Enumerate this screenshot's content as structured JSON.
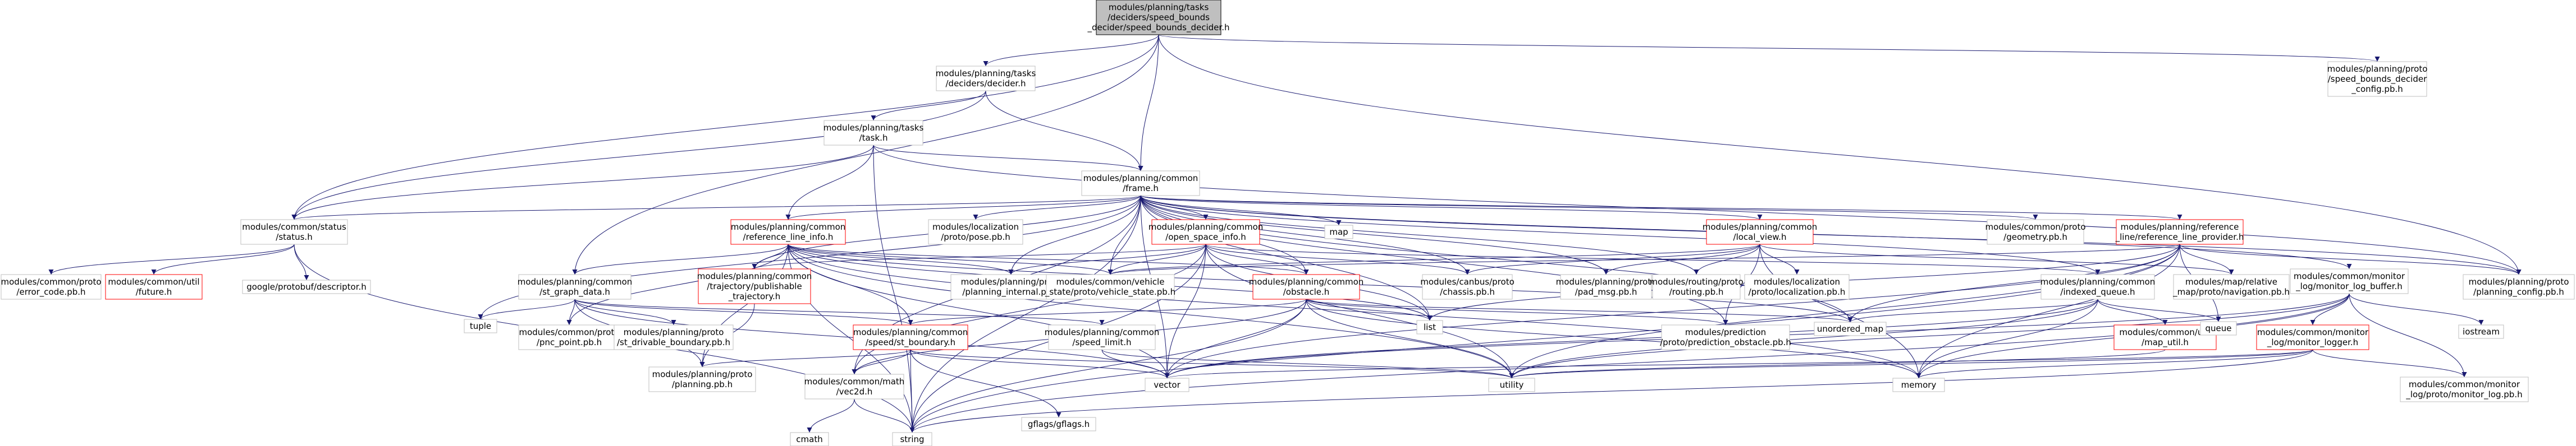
{
  "graph": {
    "root": "speed_bounds_decider",
    "nodes": [
      {
        "id": "speed_bounds_decider",
        "lines": [
          "modules/planning/tasks",
          "/deciders/speed_bounds",
          "_decider/speed_bounds_decider.h"
        ],
        "style": "root"
      },
      {
        "id": "decider_h",
        "lines": [
          "modules/planning/tasks",
          "/deciders/decider.h"
        ],
        "style": "box"
      },
      {
        "id": "speed_bounds_decider_config",
        "lines": [
          "modules/planning/proto",
          "/speed_bounds_decider",
          "_config.pb.h"
        ],
        "style": "box"
      },
      {
        "id": "task_h",
        "lines": [
          "modules/planning/tasks",
          "/task.h"
        ],
        "style": "box"
      },
      {
        "id": "frame_h",
        "lines": [
          "modules/planning/common",
          "/frame.h"
        ],
        "style": "box"
      },
      {
        "id": "status_h",
        "lines": [
          "modules/common/status",
          "/status.h"
        ],
        "style": "box"
      },
      {
        "id": "reference_line_info_h",
        "lines": [
          "modules/planning/common",
          "/reference_line_info.h"
        ],
        "style": "red"
      },
      {
        "id": "localization_pose",
        "lines": [
          "modules/localization",
          "/proto/pose.pb.h"
        ],
        "style": "box"
      },
      {
        "id": "open_space_info_h",
        "lines": [
          "modules/planning/common",
          "/open_space_info.h"
        ],
        "style": "red"
      },
      {
        "id": "map",
        "lines": [
          "map"
        ],
        "style": "box"
      },
      {
        "id": "local_view_h",
        "lines": [
          "modules/planning/common",
          "/local_view.h"
        ],
        "style": "red"
      },
      {
        "id": "geometry_pb",
        "lines": [
          "modules/common/proto",
          "/geometry.pb.h"
        ],
        "style": "box"
      },
      {
        "id": "reference_line_provider_h",
        "lines": [
          "modules/planning/reference",
          "_line/reference_line_provider.h"
        ],
        "style": "red"
      },
      {
        "id": "error_code_pb",
        "lines": [
          "modules/common/proto",
          "/error_code.pb.h"
        ],
        "style": "box"
      },
      {
        "id": "future_h",
        "lines": [
          "modules/common/util",
          "/future.h"
        ],
        "style": "red"
      },
      {
        "id": "descriptor_h",
        "lines": [
          "google/protobuf/descriptor.h"
        ],
        "style": "box"
      },
      {
        "id": "st_graph_data_h",
        "lines": [
          "modules/planning/common",
          "/st_graph_data.h"
        ],
        "style": "box"
      },
      {
        "id": "discretized_trajectory_h",
        "lines": [
          "modules/planning/common",
          "/trajectory/publishable",
          "_trajectory.h"
        ],
        "style": "red"
      },
      {
        "id": "planning_internal_pb",
        "lines": [
          "modules/planning/proto",
          "/planning_internal.pb.h"
        ],
        "style": "box"
      },
      {
        "id": "vehicle_state_pb",
        "lines": [
          "modules/common/vehicle",
          "_state/proto/vehicle_state.pb.h"
        ],
        "style": "box"
      },
      {
        "id": "obstacle_h",
        "lines": [
          "modules/planning/common",
          "/obstacle.h"
        ],
        "style": "red"
      },
      {
        "id": "chassis_pb",
        "lines": [
          "modules/canbus/proto",
          "/chassis.pb.h"
        ],
        "style": "box"
      },
      {
        "id": "pad_msg_pb",
        "lines": [
          "modules/planning/proto",
          "/pad_msg.pb.h"
        ],
        "style": "box"
      },
      {
        "id": "routing_pb",
        "lines": [
          "modules/routing/proto",
          "/routing.pb.h"
        ],
        "style": "box"
      },
      {
        "id": "localization_pb",
        "lines": [
          "modules/localization",
          "/proto/localization.pb.h"
        ],
        "style": "box"
      },
      {
        "id": "indexed_queue_h",
        "lines": [
          "modules/planning/common",
          "/indexed_queue.h"
        ],
        "style": "box"
      },
      {
        "id": "navigation_pb",
        "lines": [
          "modules/map/relative",
          "_map/proto/navigation.pb.h"
        ],
        "style": "box"
      },
      {
        "id": "monitor_log_buffer_h",
        "lines": [
          "modules/common/monitor",
          "_log/monitor_log_buffer.h"
        ],
        "style": "box"
      },
      {
        "id": "planning_config_pb",
        "lines": [
          "modules/planning/proto",
          "/planning_config.pb.h"
        ],
        "style": "box"
      },
      {
        "id": "tuple",
        "lines": [
          "tuple"
        ],
        "style": "box"
      },
      {
        "id": "pnc_point_pb",
        "lines": [
          "modules/common/proto",
          "/pnc_point.pb.h"
        ],
        "style": "box"
      },
      {
        "id": "st_drivable_boundary_pb",
        "lines": [
          "modules/planning/proto",
          "/st_drivable_boundary.pb.h"
        ],
        "style": "box"
      },
      {
        "id": "planning_pb",
        "lines": [
          "modules/planning/proto",
          "/planning.pb.h"
        ],
        "style": "box"
      },
      {
        "id": "speed_limit_h",
        "lines": [
          "modules/planning/common",
          "/speed_limit.h"
        ],
        "style": "box"
      },
      {
        "id": "st_boundary_h",
        "lines": [
          "modules/planning/common",
          "/speed/st_boundary.h"
        ],
        "style": "red"
      },
      {
        "id": "vec2d_h",
        "lines": [
          "modules/common/math",
          "/vec2d.h"
        ],
        "style": "box"
      },
      {
        "id": "gflags_h",
        "lines": [
          "gflags/gflags.h"
        ],
        "style": "box"
      },
      {
        "id": "list",
        "lines": [
          "list"
        ],
        "style": "box"
      },
      {
        "id": "prediction_obstacle_pb",
        "lines": [
          "modules/prediction",
          "/proto/prediction_obstacle.pb.h"
        ],
        "style": "box"
      },
      {
        "id": "unordered_map",
        "lines": [
          "unordered_map"
        ],
        "style": "box"
      },
      {
        "id": "map_util_h",
        "lines": [
          "modules/common/util",
          "/map_util.h"
        ],
        "style": "red"
      },
      {
        "id": "queue",
        "lines": [
          "queue"
        ],
        "style": "box"
      },
      {
        "id": "monitor_logger_h",
        "lines": [
          "modules/common/monitor",
          "_log/monitor_logger.h"
        ],
        "style": "red"
      },
      {
        "id": "iostream",
        "lines": [
          "iostream"
        ],
        "style": "box"
      },
      {
        "id": "monitor_log_pb",
        "lines": [
          "modules/common/monitor",
          "_log/proto/monitor_log.pb.h"
        ],
        "style": "box"
      },
      {
        "id": "vector",
        "lines": [
          "vector"
        ],
        "style": "box"
      },
      {
        "id": "utility",
        "lines": [
          "utility"
        ],
        "style": "box"
      },
      {
        "id": "memory",
        "lines": [
          "memory"
        ],
        "style": "box"
      },
      {
        "id": "cmath",
        "lines": [
          "cmath"
        ],
        "style": "box"
      },
      {
        "id": "string",
        "lines": [
          "string"
        ],
        "style": "box"
      }
    ],
    "edges": [
      [
        "speed_bounds_decider",
        "decider_h"
      ],
      [
        "speed_bounds_decider",
        "speed_bounds_decider_config"
      ],
      [
        "speed_bounds_decider",
        "frame_h"
      ],
      [
        "speed_bounds_decider",
        "status_h"
      ],
      [
        "speed_bounds_decider",
        "st_graph_data_h"
      ],
      [
        "speed_bounds_decider",
        "planning_config_pb"
      ],
      [
        "decider_h",
        "task_h"
      ],
      [
        "decider_h",
        "frame_h"
      ],
      [
        "decider_h",
        "status_h"
      ],
      [
        "task_h",
        "frame_h"
      ],
      [
        "task_h",
        "status_h"
      ],
      [
        "task_h",
        "reference_line_info_h"
      ],
      [
        "task_h",
        "planning_config_pb"
      ],
      [
        "task_h",
        "string"
      ],
      [
        "frame_h",
        "status_h"
      ],
      [
        "frame_h",
        "reference_line_info_h"
      ],
      [
        "frame_h",
        "localization_pose"
      ],
      [
        "frame_h",
        "open_space_info_h"
      ],
      [
        "frame_h",
        "map"
      ],
      [
        "frame_h",
        "local_view_h"
      ],
      [
        "frame_h",
        "geometry_pb"
      ],
      [
        "frame_h",
        "reference_line_provider_h"
      ],
      [
        "frame_h",
        "monitor_log_buffer_h"
      ],
      [
        "frame_h",
        "planning_config_pb"
      ],
      [
        "frame_h",
        "discretized_trajectory_h"
      ],
      [
        "frame_h",
        "planning_internal_pb"
      ],
      [
        "frame_h",
        "vehicle_state_pb"
      ],
      [
        "frame_h",
        "obstacle_h"
      ],
      [
        "frame_h",
        "chassis_pb"
      ],
      [
        "frame_h",
        "pad_msg_pb"
      ],
      [
        "frame_h",
        "routing_pb"
      ],
      [
        "frame_h",
        "prediction_obstacle_pb"
      ],
      [
        "frame_h",
        "indexed_queue_h"
      ],
      [
        "frame_h",
        "list"
      ],
      [
        "frame_h",
        "unordered_map"
      ],
      [
        "frame_h",
        "vector"
      ],
      [
        "frame_h",
        "tuple"
      ],
      [
        "frame_h",
        "string"
      ],
      [
        "frame_h",
        "vec2d_h"
      ],
      [
        "status_h",
        "error_code_pb"
      ],
      [
        "status_h",
        "future_h"
      ],
      [
        "status_h",
        "descriptor_h"
      ],
      [
        "status_h",
        "string"
      ],
      [
        "reference_line_info_h",
        "st_graph_data_h"
      ],
      [
        "reference_line_info_h",
        "discretized_trajectory_h"
      ],
      [
        "reference_line_info_h",
        "planning_internal_pb"
      ],
      [
        "reference_line_info_h",
        "vehicle_state_pb"
      ],
      [
        "reference_line_info_h",
        "planning_pb"
      ],
      [
        "reference_line_info_h",
        "obstacle_h"
      ],
      [
        "reference_line_info_h",
        "st_boundary_h"
      ],
      [
        "reference_line_info_h",
        "list"
      ],
      [
        "reference_line_info_h",
        "unordered_map"
      ],
      [
        "reference_line_info_h",
        "vector"
      ],
      [
        "reference_line_info_h",
        "utility"
      ],
      [
        "reference_line_info_h",
        "memory"
      ],
      [
        "reference_line_info_h",
        "string"
      ],
      [
        "reference_line_info_h",
        "pnc_point_pb"
      ],
      [
        "open_space_info_h",
        "discretized_trajectory_h"
      ],
      [
        "open_space_info_h",
        "planning_internal_pb"
      ],
      [
        "open_space_info_h",
        "vehicle_state_pb"
      ],
      [
        "open_space_info_h",
        "obstacle_h"
      ],
      [
        "open_space_info_h",
        "chassis_pb"
      ],
      [
        "open_space_info_h",
        "indexed_queue_h"
      ],
      [
        "open_space_info_h",
        "vector"
      ],
      [
        "open_space_info_h",
        "list"
      ],
      [
        "open_space_info_h",
        "utility"
      ],
      [
        "open_space_info_h",
        "string"
      ],
      [
        "open_space_info_h",
        "vec2d_h"
      ],
      [
        "local_view_h",
        "chassis_pb"
      ],
      [
        "local_view_h",
        "pad_msg_pb"
      ],
      [
        "local_view_h",
        "routing_pb"
      ],
      [
        "local_view_h",
        "localization_pb"
      ],
      [
        "local_view_h",
        "prediction_obstacle_pb"
      ],
      [
        "local_view_h",
        "navigation_pb"
      ],
      [
        "local_view_h",
        "memory"
      ],
      [
        "local_view_h",
        "vehicle_state_pb"
      ],
      [
        "reference_line_provider_h",
        "navigation_pb"
      ],
      [
        "reference_line_provider_h",
        "planning_config_pb"
      ],
      [
        "reference_line_provider_h",
        "queue"
      ],
      [
        "reference_line_provider_h",
        "memory"
      ],
      [
        "reference_line_provider_h",
        "unordered_map"
      ],
      [
        "reference_line_provider_h",
        "list"
      ],
      [
        "reference_line_provider_h",
        "vector"
      ],
      [
        "reference_line_provider_h",
        "string"
      ],
      [
        "reference_line_provider_h",
        "utility"
      ],
      [
        "reference_line_provider_h",
        "vehicle_state_pb"
      ],
      [
        "st_graph_data_h",
        "tuple"
      ],
      [
        "st_graph_data_h",
        "pnc_point_pb"
      ],
      [
        "st_graph_data_h",
        "st_drivable_boundary_pb"
      ],
      [
        "st_graph_data_h",
        "planning_pb"
      ],
      [
        "st_graph_data_h",
        "speed_limit_h"
      ],
      [
        "st_graph_data_h",
        "st_boundary_h"
      ],
      [
        "st_graph_data_h",
        "vector"
      ],
      [
        "discretized_trajectory_h",
        "planning_pb"
      ],
      [
        "obstacle_h",
        "st_boundary_h"
      ],
      [
        "obstacle_h",
        "vec2d_h"
      ],
      [
        "obstacle_h",
        "list"
      ],
      [
        "obstacle_h",
        "prediction_obstacle_pb"
      ],
      [
        "obstacle_h",
        "unordered_map"
      ],
      [
        "obstacle_h",
        "vector"
      ],
      [
        "obstacle_h",
        "memory"
      ],
      [
        "obstacle_h",
        "string"
      ],
      [
        "obstacle_h",
        "utility"
      ],
      [
        "indexed_queue_h",
        "map_util_h"
      ],
      [
        "indexed_queue_h",
        "queue"
      ],
      [
        "indexed_queue_h",
        "memory"
      ],
      [
        "indexed_queue_h",
        "unordered_map"
      ],
      [
        "indexed_queue_h",
        "utility"
      ],
      [
        "indexed_queue_h",
        "vector"
      ],
      [
        "monitor_log_buffer_h",
        "monitor_logger_h"
      ],
      [
        "monitor_log_buffer_h",
        "iostream"
      ],
      [
        "monitor_log_buffer_h",
        "monitor_log_pb"
      ],
      [
        "monitor_log_buffer_h",
        "memory"
      ],
      [
        "monitor_log_buffer_h",
        "string"
      ],
      [
        "monitor_log_buffer_h",
        "utility"
      ],
      [
        "monitor_log_buffer_h",
        "vector"
      ],
      [
        "monitor_logger_h",
        "monitor_log_pb"
      ],
      [
        "monitor_logger_h",
        "memory"
      ],
      [
        "monitor_logger_h",
        "string"
      ],
      [
        "monitor_logger_h",
        "utility"
      ],
      [
        "monitor_logger_h",
        "vector"
      ],
      [
        "st_boundary_h",
        "planning_pb"
      ],
      [
        "st_boundary_h",
        "vec2d_h"
      ],
      [
        "st_boundary_h",
        "gflags_h"
      ],
      [
        "st_boundary_h",
        "string"
      ],
      [
        "st_boundary_h",
        "utility"
      ],
      [
        "st_boundary_h",
        "vector"
      ],
      [
        "speed_limit_h",
        "vector"
      ],
      [
        "speed_limit_h",
        "utility"
      ],
      [
        "vec2d_h",
        "cmath"
      ],
      [
        "vec2d_h",
        "string"
      ],
      [
        "map_util_h",
        "utility"
      ]
    ]
  }
}
